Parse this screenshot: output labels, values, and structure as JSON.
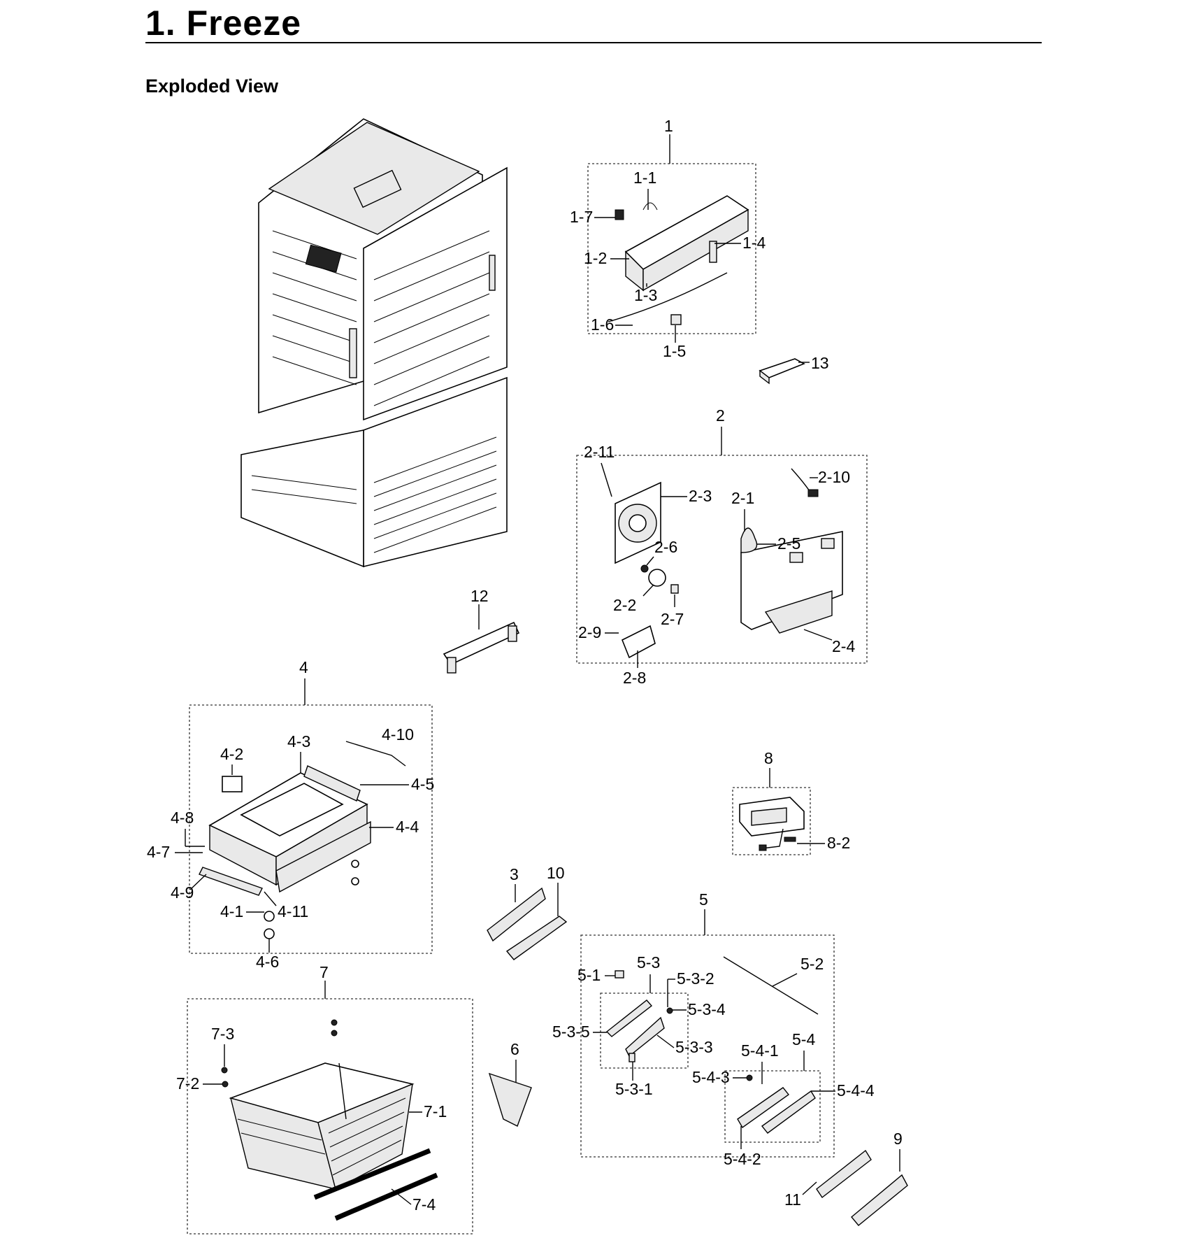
{
  "heading": "1.  Freeze",
  "subheading": "Exploded View",
  "callouts": {
    "c1": "1",
    "c1_1": "1-1",
    "c1_2": "1-2",
    "c1_3": "1-3",
    "c1_4": "1-4",
    "c1_5": "1-5",
    "c1_6": "1-6",
    "c1_7": "1-7",
    "c13": "13",
    "c2": "2",
    "c2_1": "2-1",
    "c2_2": "2-2",
    "c2_3": "2-3",
    "c2_4": "2-4",
    "c2_5": "2-5",
    "c2_6": "2-6",
    "c2_7": "2-7",
    "c2_8": "2-8",
    "c2_9": "2-9",
    "c2_10": "2-10",
    "c2_11": "2-11",
    "c12": "12",
    "c4": "4",
    "c4_1": "4-1",
    "c4_2": "4-2",
    "c4_3": "4-3",
    "c4_4": "4-4",
    "c4_5": "4-5",
    "c4_6": "4-6",
    "c4_7": "4-7",
    "c4_8": "4-8",
    "c4_9": "4-9",
    "c4_10": "4-10",
    "c4_11": "4-11",
    "c8": "8",
    "c8_2": "8-2",
    "c3": "3",
    "c10": "10",
    "c5": "5",
    "c5_1": "5-1",
    "c5_2": "5-2",
    "c5_3": "5-3",
    "c5_3_1": "5-3-1",
    "c5_3_2": "5-3-2",
    "c5_3_3": "5-3-3",
    "c5_3_4": "5-3-4",
    "c5_3_5": "5-3-5",
    "c5_4": "5-4",
    "c5_4_1": "5-4-1",
    "c5_4_2": "5-4-2",
    "c5_4_3": "5-4-3",
    "c5_4_4": "5-4-4",
    "c7": "7",
    "c7_1": "7-1",
    "c7_2": "7-2",
    "c7_3": "7-3",
    "c7_4": "7-4",
    "c6": "6",
    "c9": "9",
    "c11": "11"
  }
}
